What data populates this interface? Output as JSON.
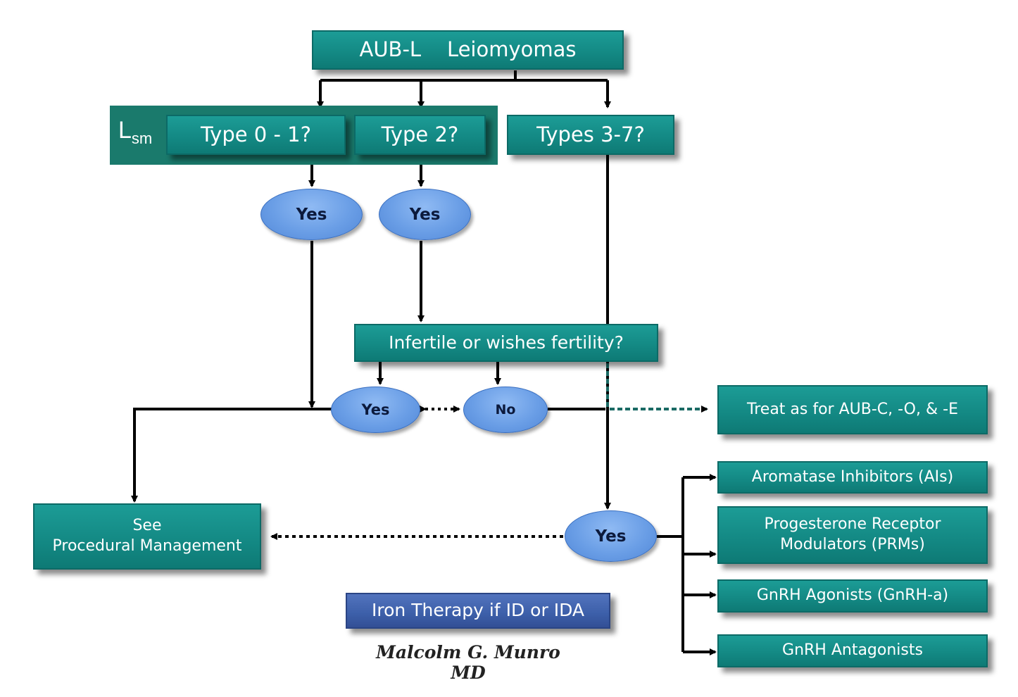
{
  "title": "AUB-L    Leiomyomas",
  "lsm": {
    "main": "L",
    "sub": "sm"
  },
  "boxes": {
    "type01": "Type 0 - 1?",
    "type2": "Type 2?",
    "types37": "Types 3-7?",
    "fertility": "Infertile or wishes fertility?",
    "treat": "Treat as for AUB-C, -O, & -E",
    "procedural": [
      "See",
      "Procedural Management"
    ],
    "ais": "Aromatase Inhibitors (AIs)",
    "prms": [
      "Progesterone Receptor",
      "Modulators (PRMs)"
    ],
    "gnrh_a": "GnRH Agonists (GnRH-a)",
    "gnrh_ant": "GnRH Antagonists",
    "iron": "Iron Therapy if ID or IDA"
  },
  "ovals": {
    "yes1": "Yes",
    "yes2": "Yes",
    "yes3": "Yes",
    "no": "No",
    "yes4": "Yes"
  },
  "signature": "Malcolm G. Munro MD",
  "colors": {
    "teal_box": "#138a85",
    "lsm_panel": "#1a7a6c",
    "blue_box": "#3f63ad",
    "oval": "#6a9ee6",
    "line": "#000000"
  }
}
